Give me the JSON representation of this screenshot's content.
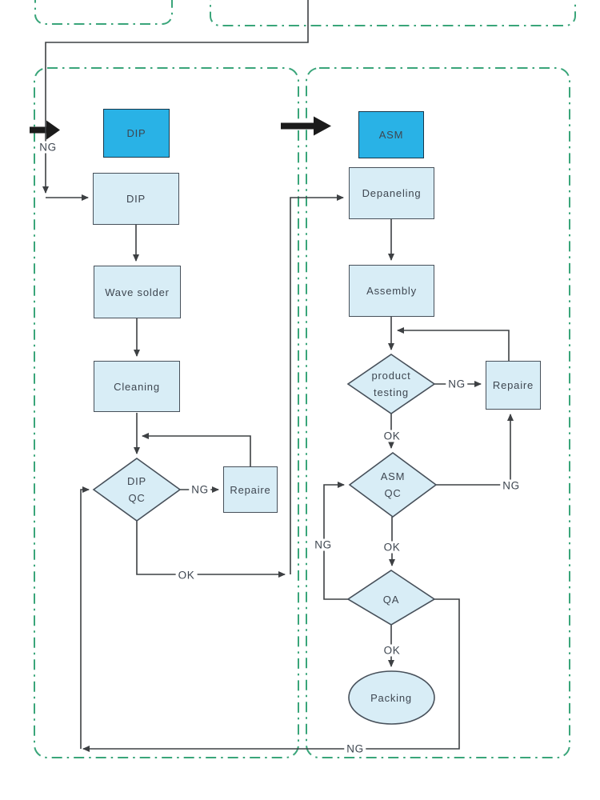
{
  "colors": {
    "header_fill": "#29b2e6",
    "header_border": "#17384c",
    "node_fill": "#d8edf6",
    "node_border": "#47505a",
    "connector": "#3d4043",
    "container": "#3aa57a",
    "text": "#3e4650",
    "thick_arrow": "#1b1b1b"
  },
  "panels": {
    "dip": {
      "header": "DIP",
      "entry_label": "NG",
      "nodes": {
        "dip": "DIP",
        "wave_solder": "Wave solder",
        "cleaning": "Cleaning",
        "qc": [
          "DIP",
          "QC"
        ],
        "repaire": "Repaire"
      },
      "edge_labels": {
        "qc_ng": "NG",
        "qc_ok": "OK"
      }
    },
    "asm": {
      "header": "ASM",
      "nodes": {
        "depaneling": "Depaneling",
        "assembly": "Assembly",
        "product_testing": [
          "product",
          "testing"
        ],
        "repaire": "Repaire",
        "qc": [
          "ASM",
          "QC"
        ],
        "qa": "QA",
        "packing": "Packing"
      },
      "edge_labels": {
        "testing_ng": "NG",
        "testing_ok": "OK",
        "qc_ng_right": "NG",
        "qc_ok": "OK",
        "qc_ng_left": "NG",
        "qa_ok": "OK",
        "qa_ng": "NG"
      }
    }
  }
}
